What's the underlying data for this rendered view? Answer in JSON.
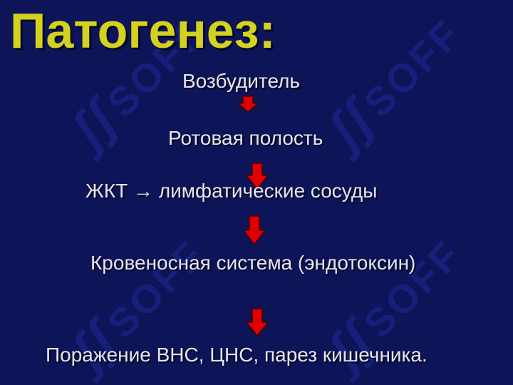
{
  "slide": {
    "title": "Патогенез:",
    "watermark": "SOFF",
    "steps": [
      "Возбудитель",
      "Ротовая полость",
      "ЖКТ → лимфатические сосуды",
      "Кровеносная система (эндотоксин)",
      "Поражение ВНС, ЦНС, парез кишечника."
    ]
  },
  "colors": {
    "background": "#0d1457",
    "title": "#d4d21e",
    "text": "#e6e6ea",
    "arrow": "#e00000",
    "watermark": "#16207a"
  },
  "icons": [
    "down-arrow-icon"
  ]
}
